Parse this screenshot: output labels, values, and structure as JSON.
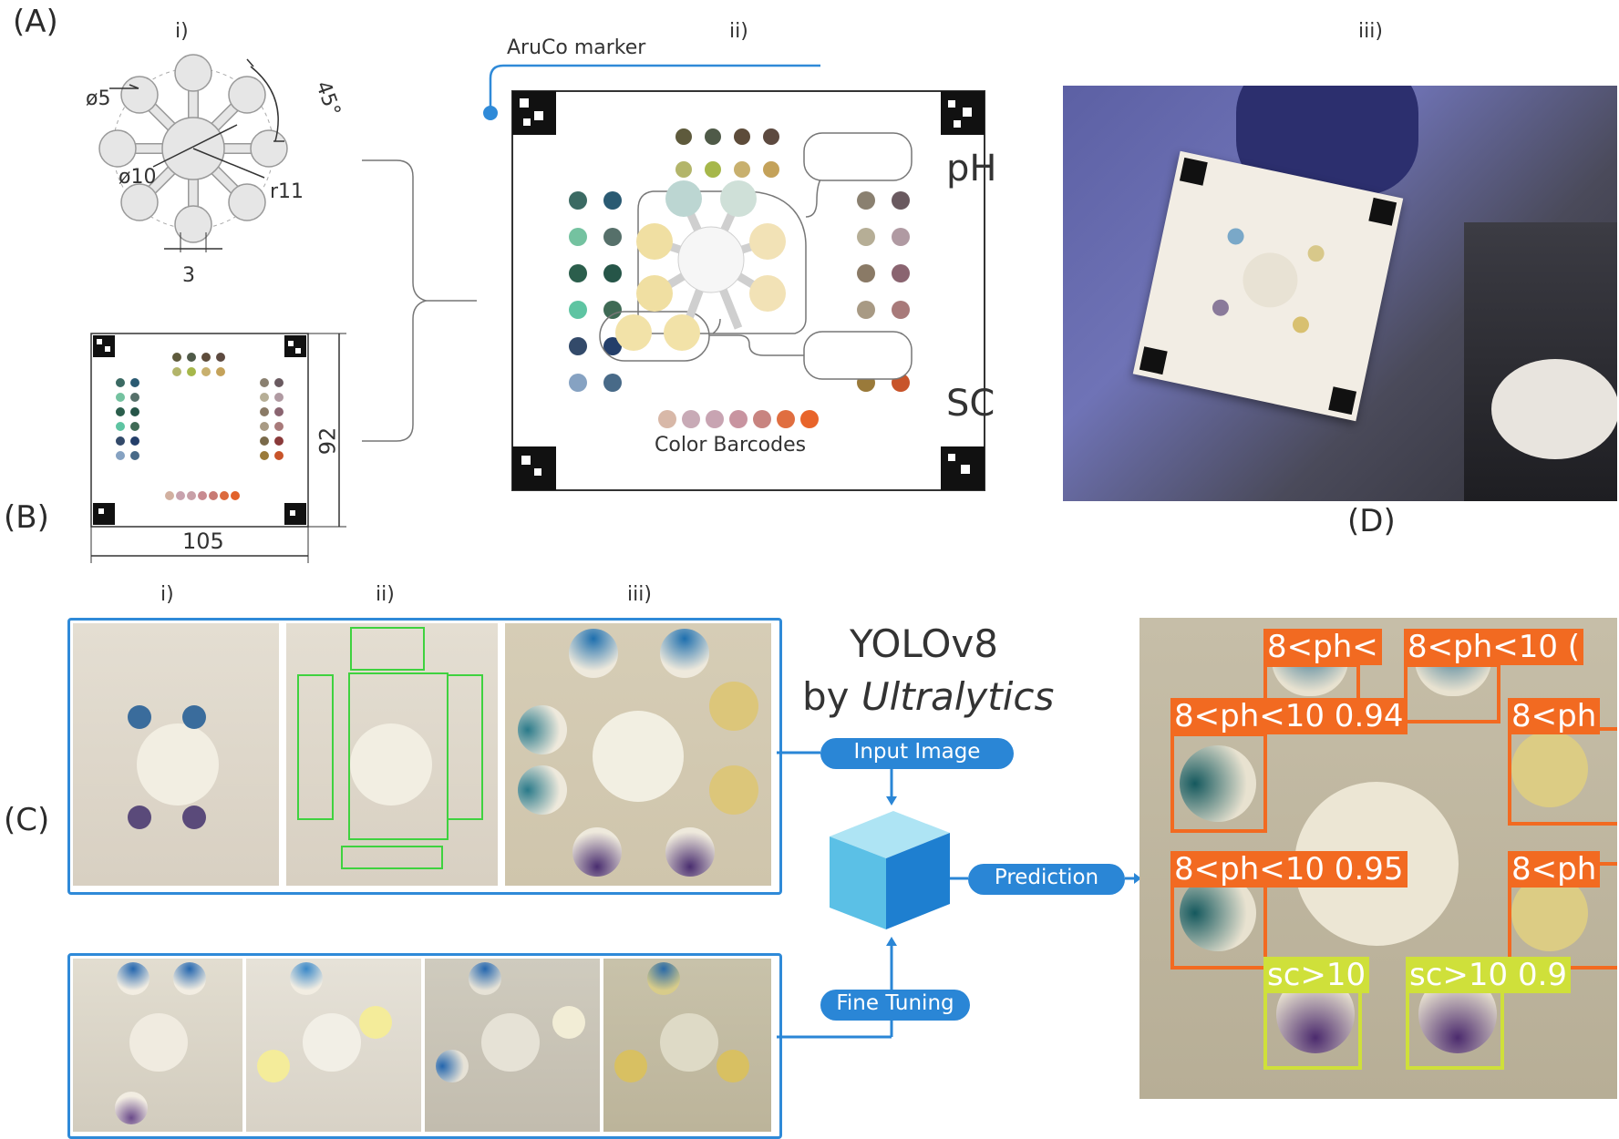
{
  "colors": {
    "accent_blue": "#2f8ad8",
    "pill_blue": "#2a86d6",
    "detect_orange": "#f26a21",
    "detect_lime": "#cfe03a",
    "cube_light": "#8ad8f0",
    "cube_dark": "#1e7fd0"
  },
  "panel_labels": {
    "a": "(A)",
    "b": "(B)",
    "c": "(C)",
    "d": "(D)"
  },
  "subpanel_labels": {
    "a_i": "i)",
    "a_ii": "ii)",
    "a_iii": "iii)",
    "b_i": "i)",
    "b_ii": "ii)",
    "b_iii": "iii)"
  },
  "design": {
    "diameter_5": "ø5",
    "diameter_10": "ø10",
    "radius_11": "r11",
    "angle": "45°",
    "width_3": "3",
    "side_92": "92",
    "side_105": "105"
  },
  "layout_card": {
    "aruco_label": "AruCo marker",
    "ph_label": "pH",
    "sc_label": "SC",
    "barcode_label": "Color Barcodes"
  },
  "model": {
    "name": "YOLOv8",
    "by": "by",
    "vendor": "Ultralytics",
    "input_label": "Input Image",
    "prediction_label": "Prediction",
    "finetune_label": "Fine Tuning"
  },
  "detections": [
    {
      "label": "8<ph<"
    },
    {
      "label": "8<ph<10 ("
    },
    {
      "label": "8<ph<10 0.94"
    },
    {
      "label": "8<ph"
    },
    {
      "label": "8<ph<10 0.95"
    },
    {
      "label": "8<ph"
    },
    {
      "label": "sc>10"
    },
    {
      "label": "sc>10 0.9"
    }
  ]
}
